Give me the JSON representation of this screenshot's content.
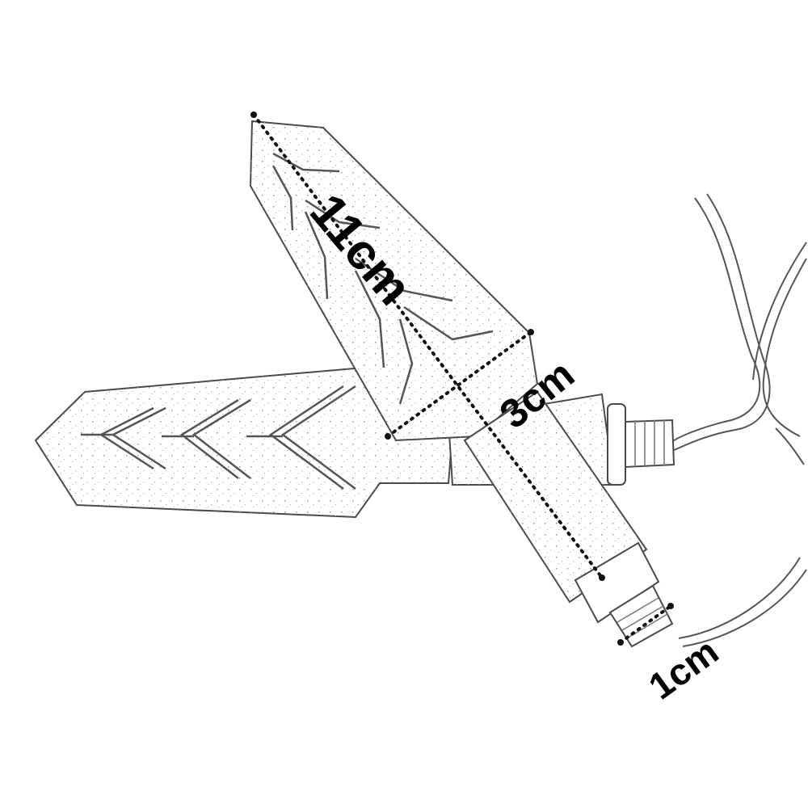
{
  "dimensions": {
    "length": "11cm",
    "width": "3cm",
    "thread": "1cm"
  },
  "colors": {
    "background": "#ffffff",
    "line": "#4a4a4a",
    "dimension": "#000000"
  }
}
